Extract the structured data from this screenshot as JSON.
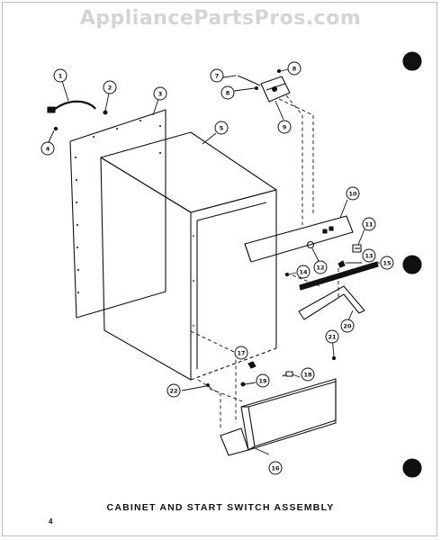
{
  "watermark": "AppliancePartsPros.com",
  "caption": "CABINET AND START SWITCH ASSEMBLY",
  "page_number": "4",
  "colors": {
    "ink": "#111111",
    "watermark": "#d4d4d4",
    "page": "#ffffff"
  },
  "callouts": [
    "1",
    "2",
    "3",
    "4",
    "5",
    "7",
    "8",
    "8",
    "9",
    "10",
    "11",
    "12",
    "13",
    "14",
    "15",
    "16",
    "17",
    "18",
    "19",
    "20",
    "21",
    "22"
  ]
}
